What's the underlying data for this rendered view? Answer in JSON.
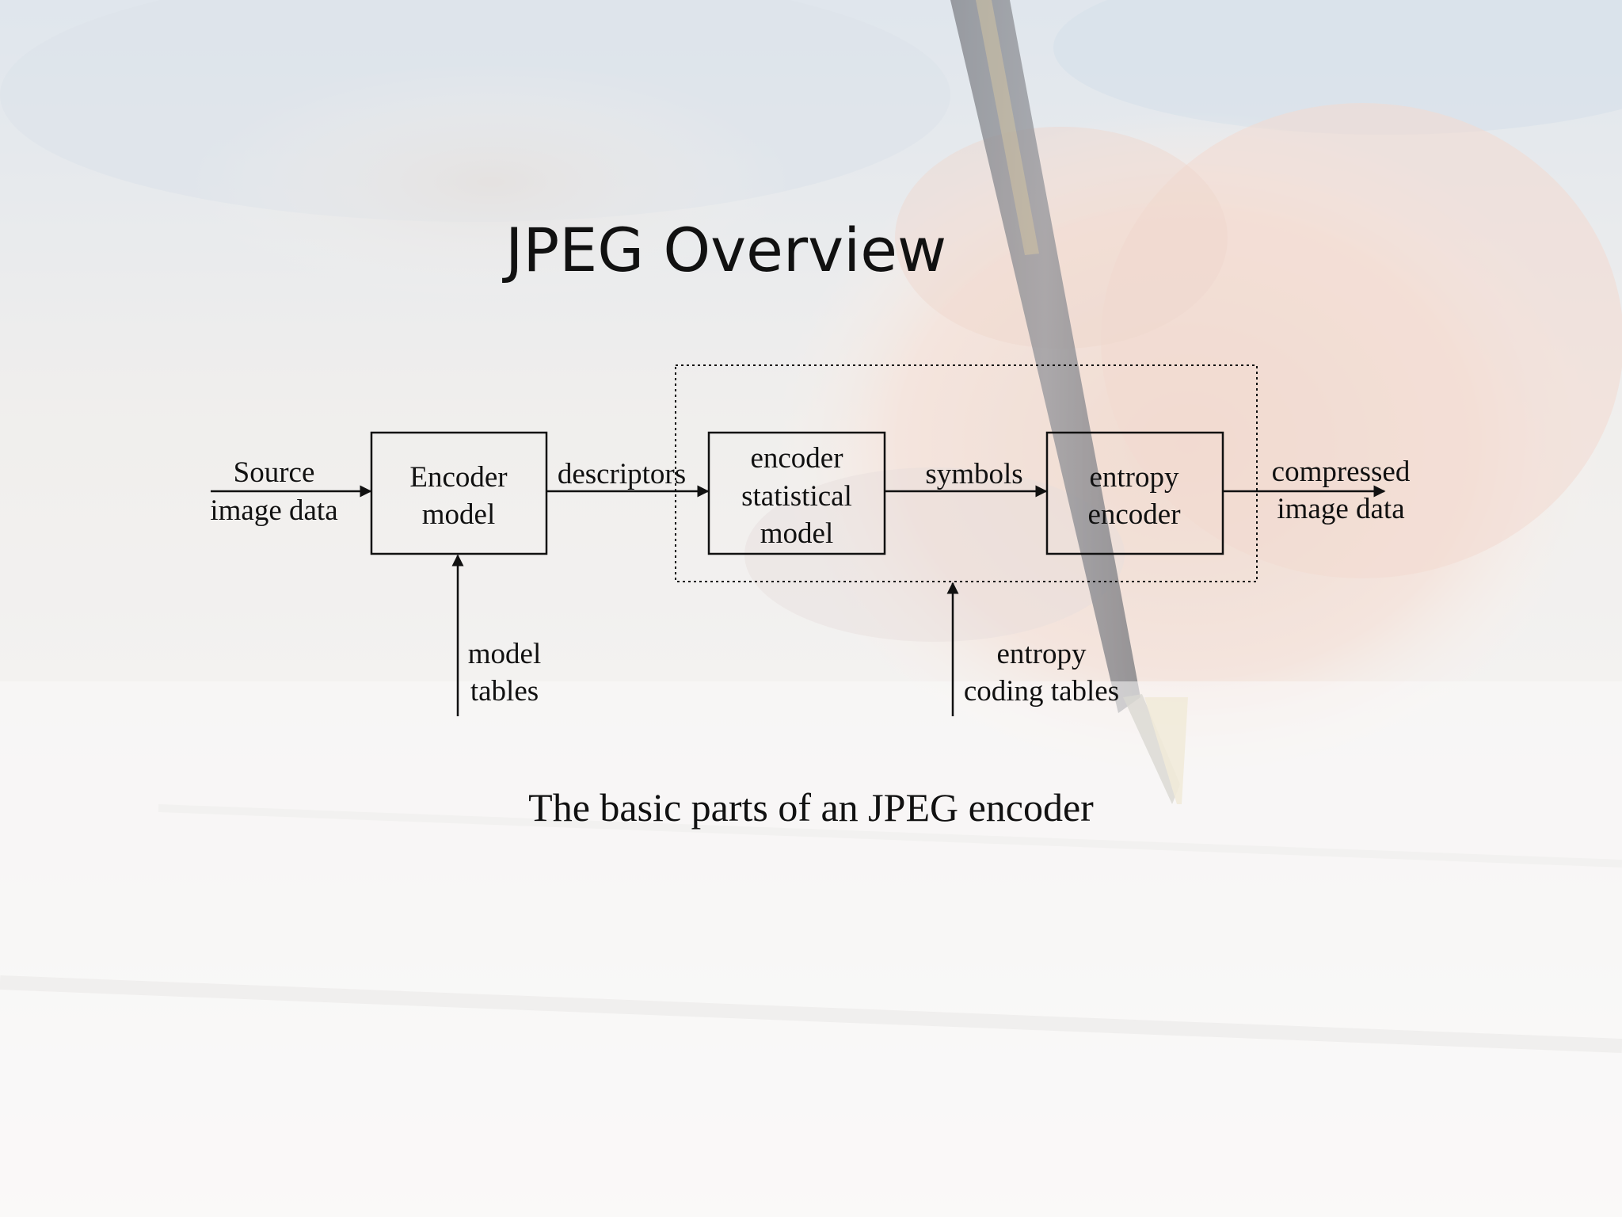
{
  "slide": {
    "title": "JPEG Overview",
    "caption": "The basic parts of an JPEG encoder"
  },
  "diagram": {
    "inputs": {
      "source": [
        "Source",
        "image data"
      ],
      "model_tables": [
        "model",
        "tables"
      ],
      "entropy_tables": [
        "entropy",
        "coding tables"
      ]
    },
    "blocks": {
      "encoder_model": [
        "Encoder",
        "model"
      ],
      "statistical_model": [
        "encoder",
        "statistical",
        "model"
      ],
      "entropy_encoder": [
        "entropy",
        "encoder"
      ]
    },
    "flows": {
      "descriptors": "descriptors",
      "symbols": "symbols",
      "output": [
        "compressed",
        "image data"
      ]
    }
  },
  "colors": {
    "ink": "#111111",
    "background": "#f4f3f1"
  }
}
